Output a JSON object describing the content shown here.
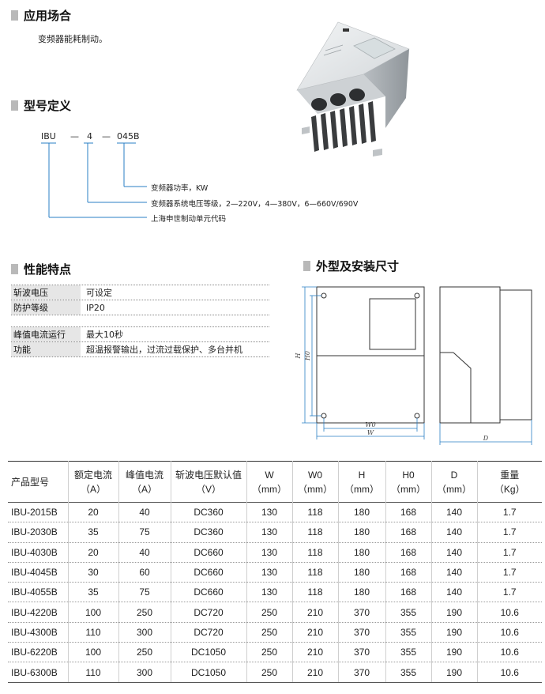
{
  "sections": {
    "application": "应用场合",
    "model_def": "型号定义",
    "features": "性能特点",
    "outline": "外型及安装尺寸"
  },
  "application_text": "变频器能耗制动。",
  "model_code": {
    "part1": "IBU",
    "dash1": "—",
    "part2": "4",
    "dash2": "—",
    "part3": "045B"
  },
  "model_legend": [
    "变频器功率，KW",
    "变频器系统电压等级，2—220V，4—380V，6—660V/690V",
    "上海申世制动单元代码"
  ],
  "features": [
    {
      "key": "斩波电压",
      "value": "可设定"
    },
    {
      "key": "防护等级",
      "value": "IP20"
    },
    {
      "key": "峰值电流运行",
      "value": "最大10秒"
    },
    {
      "key": "功能",
      "value": "超温报警输出，过流过载保护、多台并机"
    }
  ],
  "drawing_labels": {
    "h": "H",
    "h0": "H0",
    "w0": "W0",
    "w": "W",
    "d": "D"
  },
  "table": {
    "headers": [
      [
        "产品型号",
        ""
      ],
      [
        "额定电流",
        "（A）"
      ],
      [
        "峰值电流",
        "（A）"
      ],
      [
        "斩波电压默认值",
        "（V）"
      ],
      [
        "W",
        "（mm）"
      ],
      [
        "W0",
        "（mm）"
      ],
      [
        "H",
        "（mm）"
      ],
      [
        "H0",
        "（mm）"
      ],
      [
        "D",
        "（mm）"
      ],
      [
        "重量",
        "（Kg）"
      ]
    ],
    "rows": [
      [
        "IBU-2015B",
        "20",
        "40",
        "DC360",
        "130",
        "118",
        "180",
        "168",
        "140",
        "1.7"
      ],
      [
        "IBU-2030B",
        "35",
        "75",
        "DC360",
        "130",
        "118",
        "180",
        "168",
        "140",
        "1.7"
      ],
      [
        "IBU-4030B",
        "20",
        "40",
        "DC660",
        "130",
        "118",
        "180",
        "168",
        "140",
        "1.7"
      ],
      [
        "IBU-4045B",
        "30",
        "60",
        "DC660",
        "130",
        "118",
        "180",
        "168",
        "140",
        "1.7"
      ],
      [
        "IBU-4055B",
        "35",
        "75",
        "DC660",
        "130",
        "118",
        "180",
        "168",
        "140",
        "1.7"
      ],
      [
        "IBU-4220B",
        "100",
        "250",
        "DC720",
        "250",
        "210",
        "370",
        "355",
        "190",
        "10.6"
      ],
      [
        "IBU-4300B",
        "110",
        "300",
        "DC720",
        "250",
        "210",
        "370",
        "355",
        "190",
        "10.6"
      ],
      [
        "IBU-6220B",
        "100",
        "250",
        "DC1050",
        "250",
        "210",
        "370",
        "355",
        "190",
        "10.6"
      ],
      [
        "IBU-6300B",
        "110",
        "300",
        "DC1050",
        "250",
        "210",
        "370",
        "355",
        "190",
        "10.6"
      ]
    ]
  }
}
